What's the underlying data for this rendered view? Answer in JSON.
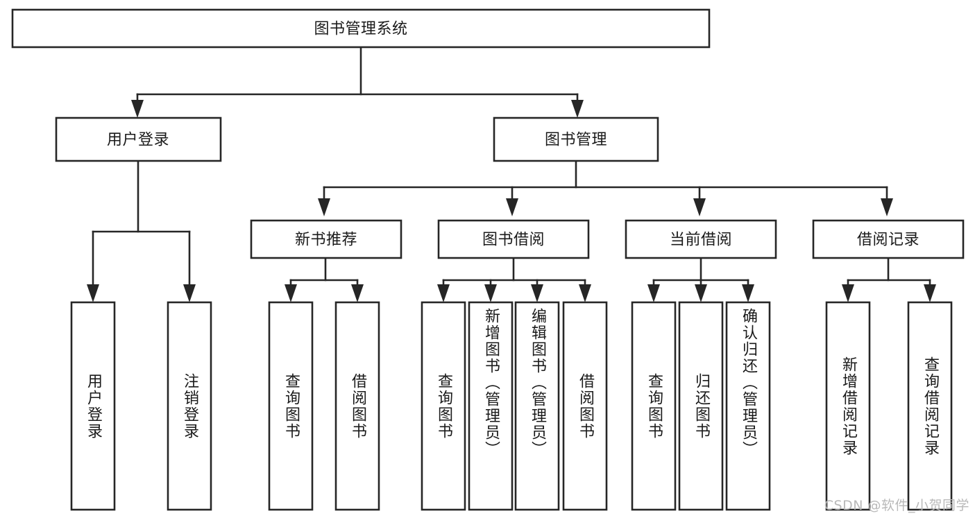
{
  "diagram": {
    "type": "tree",
    "title": "图书管理系统",
    "root": {
      "id": "root",
      "label": "图书管理系统",
      "orientation": "horizontal"
    },
    "level2": [
      {
        "id": "user-login",
        "label": "用户登录",
        "orientation": "horizontal"
      },
      {
        "id": "book-manage",
        "label": "图书管理",
        "orientation": "horizontal"
      }
    ],
    "level3": [
      {
        "id": "new-book-recommend",
        "label": "新书推荐",
        "orientation": "horizontal",
        "parent": "book-manage"
      },
      {
        "id": "book-borrow",
        "label": "图书借阅",
        "orientation": "horizontal",
        "parent": "book-manage"
      },
      {
        "id": "current-borrow",
        "label": "当前借阅",
        "orientation": "horizontal",
        "parent": "book-manage"
      },
      {
        "id": "borrow-record",
        "label": "借阅记录",
        "orientation": "horizontal",
        "parent": "book-manage"
      }
    ],
    "leaves": [
      {
        "id": "leaf-user-login",
        "label": "用户登录",
        "orientation": "vertical",
        "parent": "user-login"
      },
      {
        "id": "leaf-user-logout",
        "label": "注销登录",
        "orientation": "vertical",
        "parent": "user-login"
      },
      {
        "id": "leaf-query-book-1",
        "label": "查询图书",
        "orientation": "vertical",
        "parent": "new-book-recommend"
      },
      {
        "id": "leaf-borrow-book-1",
        "label": "借阅图书",
        "orientation": "vertical",
        "parent": "new-book-recommend"
      },
      {
        "id": "leaf-query-book-2",
        "label": "查询图书",
        "orientation": "vertical",
        "parent": "book-borrow"
      },
      {
        "id": "leaf-add-book",
        "label": "新增图书（管理员）",
        "orientation": "vertical",
        "parent": "book-borrow"
      },
      {
        "id": "leaf-edit-book",
        "label": "编辑图书（管理员）",
        "orientation": "vertical",
        "parent": "book-borrow"
      },
      {
        "id": "leaf-borrow-book-2",
        "label": "借阅图书",
        "orientation": "vertical",
        "parent": "book-borrow"
      },
      {
        "id": "leaf-query-book-3",
        "label": "查询图书",
        "orientation": "vertical",
        "parent": "current-borrow"
      },
      {
        "id": "leaf-return-book",
        "label": "归还图书",
        "orientation": "vertical",
        "parent": "current-borrow"
      },
      {
        "id": "leaf-confirm-return",
        "label": "确认归还（管理员）",
        "orientation": "vertical",
        "parent": "current-borrow"
      },
      {
        "id": "leaf-add-record",
        "label": "新增借阅记录",
        "orientation": "vertical",
        "parent": "borrow-record"
      },
      {
        "id": "leaf-query-record",
        "label": "查询借阅记录",
        "orientation": "vertical",
        "parent": "borrow-record"
      }
    ],
    "colors": {
      "box_fill": "#ffffff",
      "box_stroke": "#262626",
      "text": "#1a1a1a",
      "connector": "#262626",
      "background": "#ffffff",
      "watermark": "#b9b9b9"
    }
  },
  "watermark": {
    "text": "CSDN @软件_小贺同学"
  }
}
